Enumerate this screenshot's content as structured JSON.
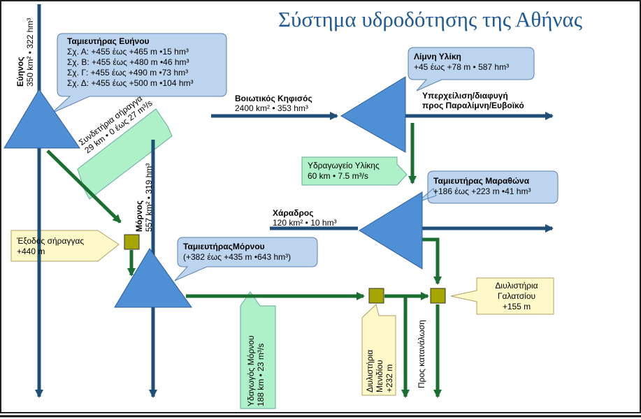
{
  "title": "Σύστημα υδροδότησης της Αθήνας",
  "rivers": {
    "evinos": {
      "name": "Εύηνος",
      "stats": "350 km² • 322 hm³"
    },
    "mornos": {
      "name": "Μόρνος",
      "stats": "557 km² • 319 hm³"
    },
    "kifisos": {
      "name": "Βοιωτικός Κηφισός",
      "stats": "2400 km² • 353 hm³"
    },
    "charadros": {
      "name": "Χάραδρος",
      "stats": "120 km² • 10 hm³"
    }
  },
  "reservoirs": {
    "evinos": {
      "title": "Ταμιευτήρας Ευήνου",
      "lines": [
        "Σχ. Α: +455 έως +465 m •15 hm³",
        "Σχ. Β: +455 έως +480 m •46 hm³",
        "Σχ. Γ: +455 έως +490 m •73 hm³",
        "Σχ. Δ: +455 έως +500 m •104 hm³"
      ]
    },
    "yliki": {
      "title": "Λίμνη Υλίκη",
      "lines": [
        "+45 έως +78 m • 587 hm³"
      ]
    },
    "marathon": {
      "title": "Ταμιευτήρας Μαραθώνα",
      "lines": [
        "+186 έως +223 m •41 hm³"
      ]
    },
    "mornos": {
      "title": "ΤαμιευτήραςΜόρνου",
      "lines": [
        "(+382 έως +435 m •643 hm³)"
      ]
    }
  },
  "conduits": {
    "tunnel": {
      "name": "Συνδετήρια σήραγγα",
      "stats": "29 km • 0 έως 27 m³/s"
    },
    "yliki_aqueduct": {
      "name": "Υδραγωγείο Υλίκης",
      "stats": "60 km • 7.5 m³/s"
    },
    "mornos_aqueduct": {
      "name": "Υδαγωγός Μόρνου",
      "stats": "188 km • 23 m³/s"
    }
  },
  "points": {
    "tunnel_exit": {
      "name": "Έξοδος σήραγγας",
      "elev": "+440 m"
    },
    "galatsi": {
      "name1": "Διυλιστήρια",
      "name2": "Γαλατσίου",
      "elev": "+155 m"
    },
    "menidi": {
      "name1": "Διυλιστήρια",
      "name2": "Μενιδίου",
      "elev": "+232 m"
    }
  },
  "outflows": {
    "overflow_line1": "Υπερχείλιση/διαφυγή",
    "overflow_line2": "προς Παραλίμνη/Ευβοϊκό",
    "consumption": "Προς κατανάλωση"
  },
  "colors": {
    "river": "#1f4e79",
    "aqueduct": "#1a6e30",
    "reservoir": "#4f8fd6",
    "callout_blue": "#bcd4ee",
    "callout_green": "#aef0c8",
    "callout_yellow": "#fff8c8",
    "node": "#a6a600",
    "title": "#1f5a96"
  }
}
